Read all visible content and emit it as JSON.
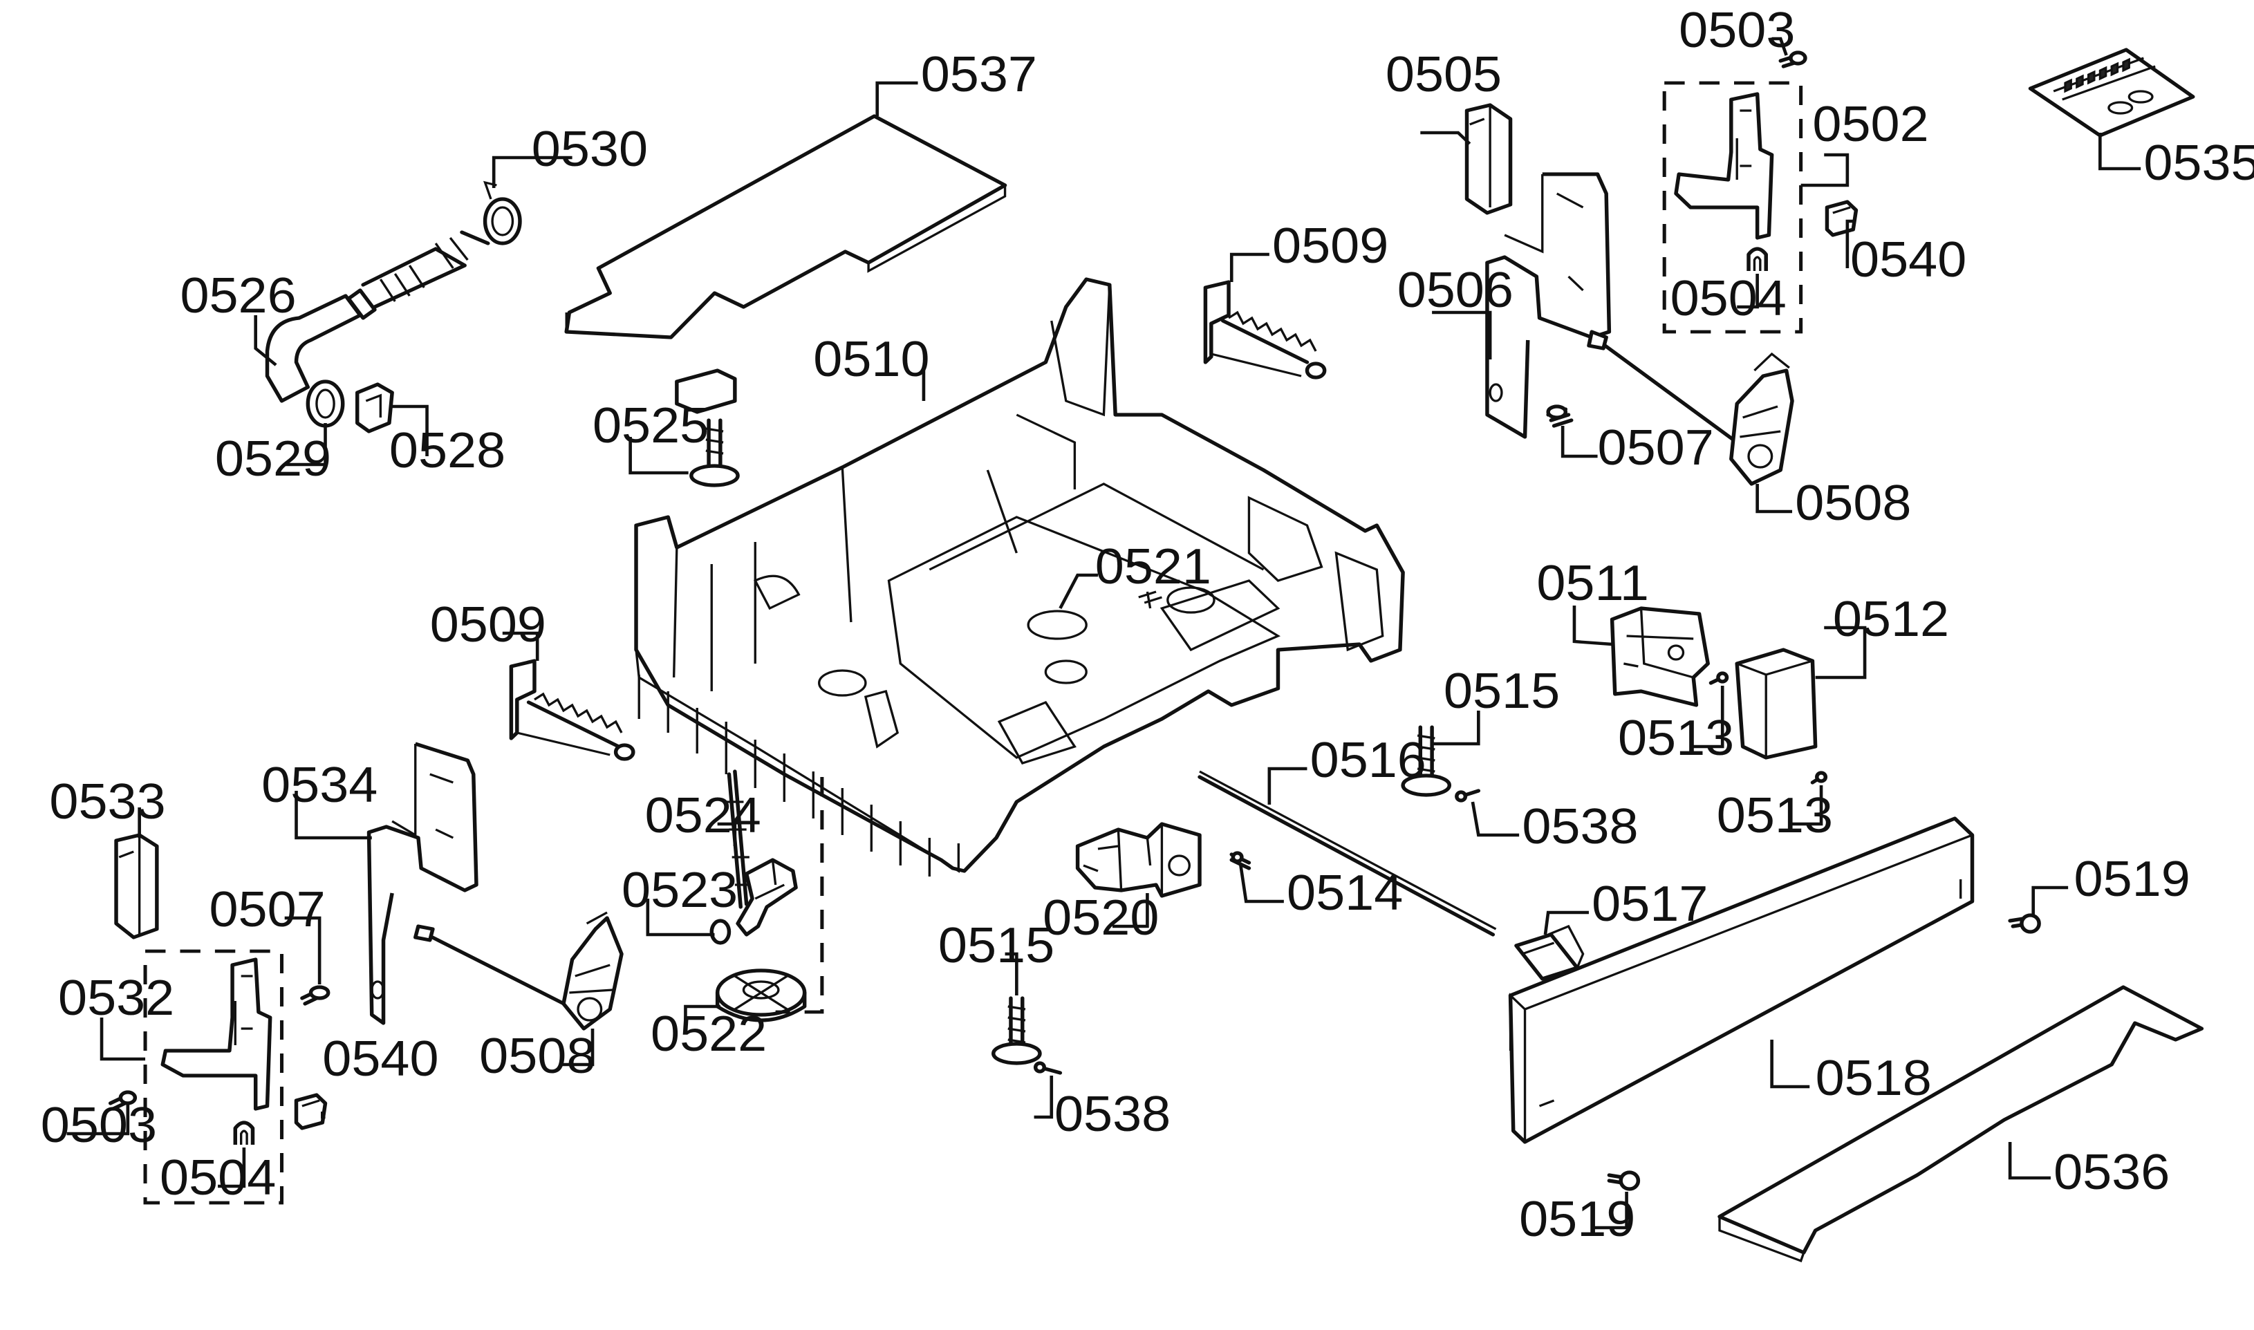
{
  "diagram": {
    "callouts": {
      "c0537": "0537",
      "c0530": "0530",
      "c0526": "0526",
      "c0529": "0529",
      "c0528": "0528",
      "c0525": "0525",
      "c0510": "0510",
      "c0509_top": "0509",
      "c0509_left": "0509",
      "c0521": "0521",
      "c0505": "0505",
      "c0506": "0506",
      "c0507_right": "0507",
      "c0508_right": "0508",
      "c0503_top": "0503",
      "c0502": "0502",
      "c0504_top": "0504",
      "c0540_top": "0540",
      "c0535": "0535",
      "c0511": "0511",
      "c0512": "0512",
      "c0513_a": "0513",
      "c0513_b": "0513",
      "c0515_right": "0515",
      "c0538_right": "0538",
      "c0516": "0516",
      "c0514": "0514",
      "c0517": "0517",
      "c0519_top": "0519",
      "c0519_bottom": "0519",
      "c0518": "0518",
      "c0536": "0536",
      "c0520": "0520",
      "c0515_bottom": "0515",
      "c0538_bottom": "0538",
      "c0524": "0524",
      "c0523": "0523",
      "c0522": "0522",
      "c0508_left": "0508",
      "c0534": "0534",
      "c0533": "0533",
      "c0507_left": "0507",
      "c0532": "0532",
      "c0540_left": "0540",
      "c0503_left": "0503",
      "c0504_left": "0504"
    }
  }
}
